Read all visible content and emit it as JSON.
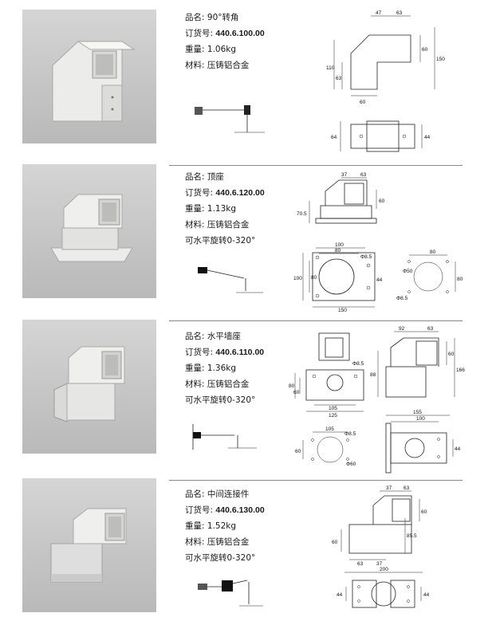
{
  "colors": {
    "photo_bg": "#c8c8c8",
    "part_body": "#ececea",
    "separator": "#8a8a8a"
  },
  "products": [
    {
      "id": "p1",
      "name_label": "品名:",
      "name": "90°转角",
      "order_label": "订货号:",
      "order_no": "440.6.100.00",
      "weight_label": "重量:",
      "weight": "1.06kg",
      "material_label": "材料:",
      "material": "压铸铝合金",
      "drawing_dims": [
        "47",
        "63",
        "60",
        "150",
        "110",
        "63",
        "60",
        "64",
        "44"
      ]
    },
    {
      "id": "p2",
      "name_label": "品名:",
      "name": "顶座",
      "order_label": "订货号:",
      "order_no": "440.6.120.00",
      "weight_label": "重量:",
      "weight": "1.13kg",
      "material_label": "材料:",
      "material": "压铸铝合金",
      "rotation": "可水平旋转0-320°",
      "drawing_dims": [
        "37",
        "63",
        "60",
        "70.5",
        "100",
        "80",
        "Φ8.5",
        "80",
        "100",
        "44",
        "150",
        "80",
        "Φ50",
        "80",
        "Φ8.5"
      ]
    },
    {
      "id": "p3",
      "name_label": "品名:",
      "name": "水平墙座",
      "order_label": "订货号:",
      "order_no": "440.6.110.00",
      "weight_label": "重量:",
      "weight": "1.36kg",
      "material_label": "材料:",
      "material": "压铸铝合金",
      "rotation": "可水平旋转0-320°",
      "drawing_dims": [
        "92",
        "63",
        "60",
        "88",
        "166",
        "Φ8.5",
        "80",
        "60",
        "105",
        "125",
        "155",
        "100",
        "105",
        "Φ8.5",
        "60",
        "Φ60",
        "44"
      ]
    },
    {
      "id": "p4",
      "name_label": "品名:",
      "name": "中间连接件",
      "order_label": "订货号:",
      "order_no": "440.6.130.00",
      "weight_label": "重量:",
      "weight": "1.52kg",
      "material_label": "材料:",
      "material": "压铸铝合金",
      "rotation": "可水平旋转0-320°",
      "drawing_dims": [
        "37",
        "63",
        "60",
        "85.5",
        "60",
        "63",
        "37",
        "200",
        "44",
        "44"
      ]
    }
  ]
}
